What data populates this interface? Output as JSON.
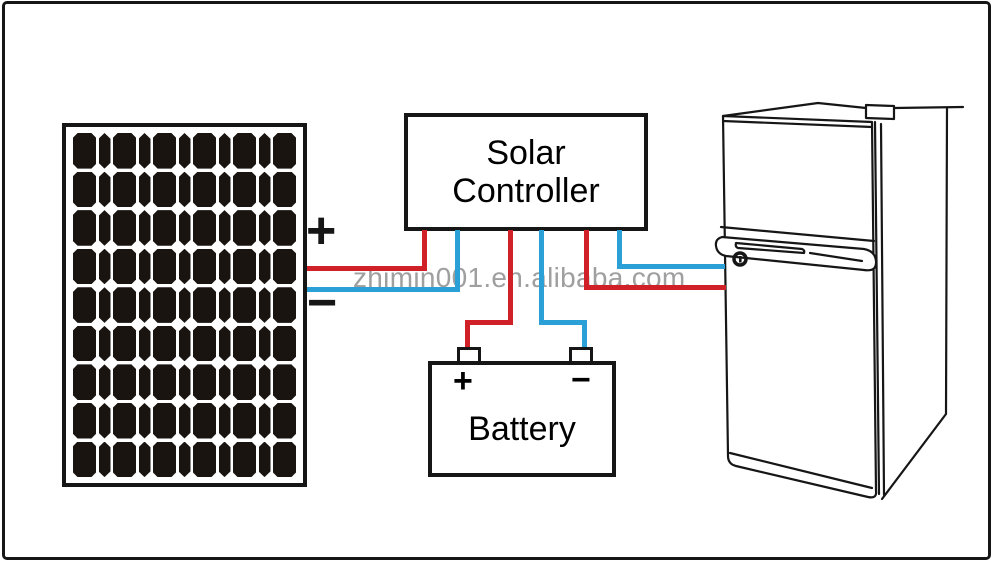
{
  "colors": {
    "outline": "#161616",
    "wire_positive": "#d02028",
    "wire_negative": "#2aa0d6",
    "panel_cell": "#1a1410",
    "watermark_gray": "#8f8f8f"
  },
  "watermark": {
    "text": "zhimin001.en.alibaba.com"
  },
  "solar_panel": {
    "rows": 9,
    "columns": 11,
    "positive_label": "+",
    "negative_label": "−"
  },
  "controller": {
    "label_line1": "Solar",
    "label_line2": "Controller"
  },
  "battery": {
    "label": "Battery",
    "positive_label": "+",
    "negative_label": "−"
  }
}
